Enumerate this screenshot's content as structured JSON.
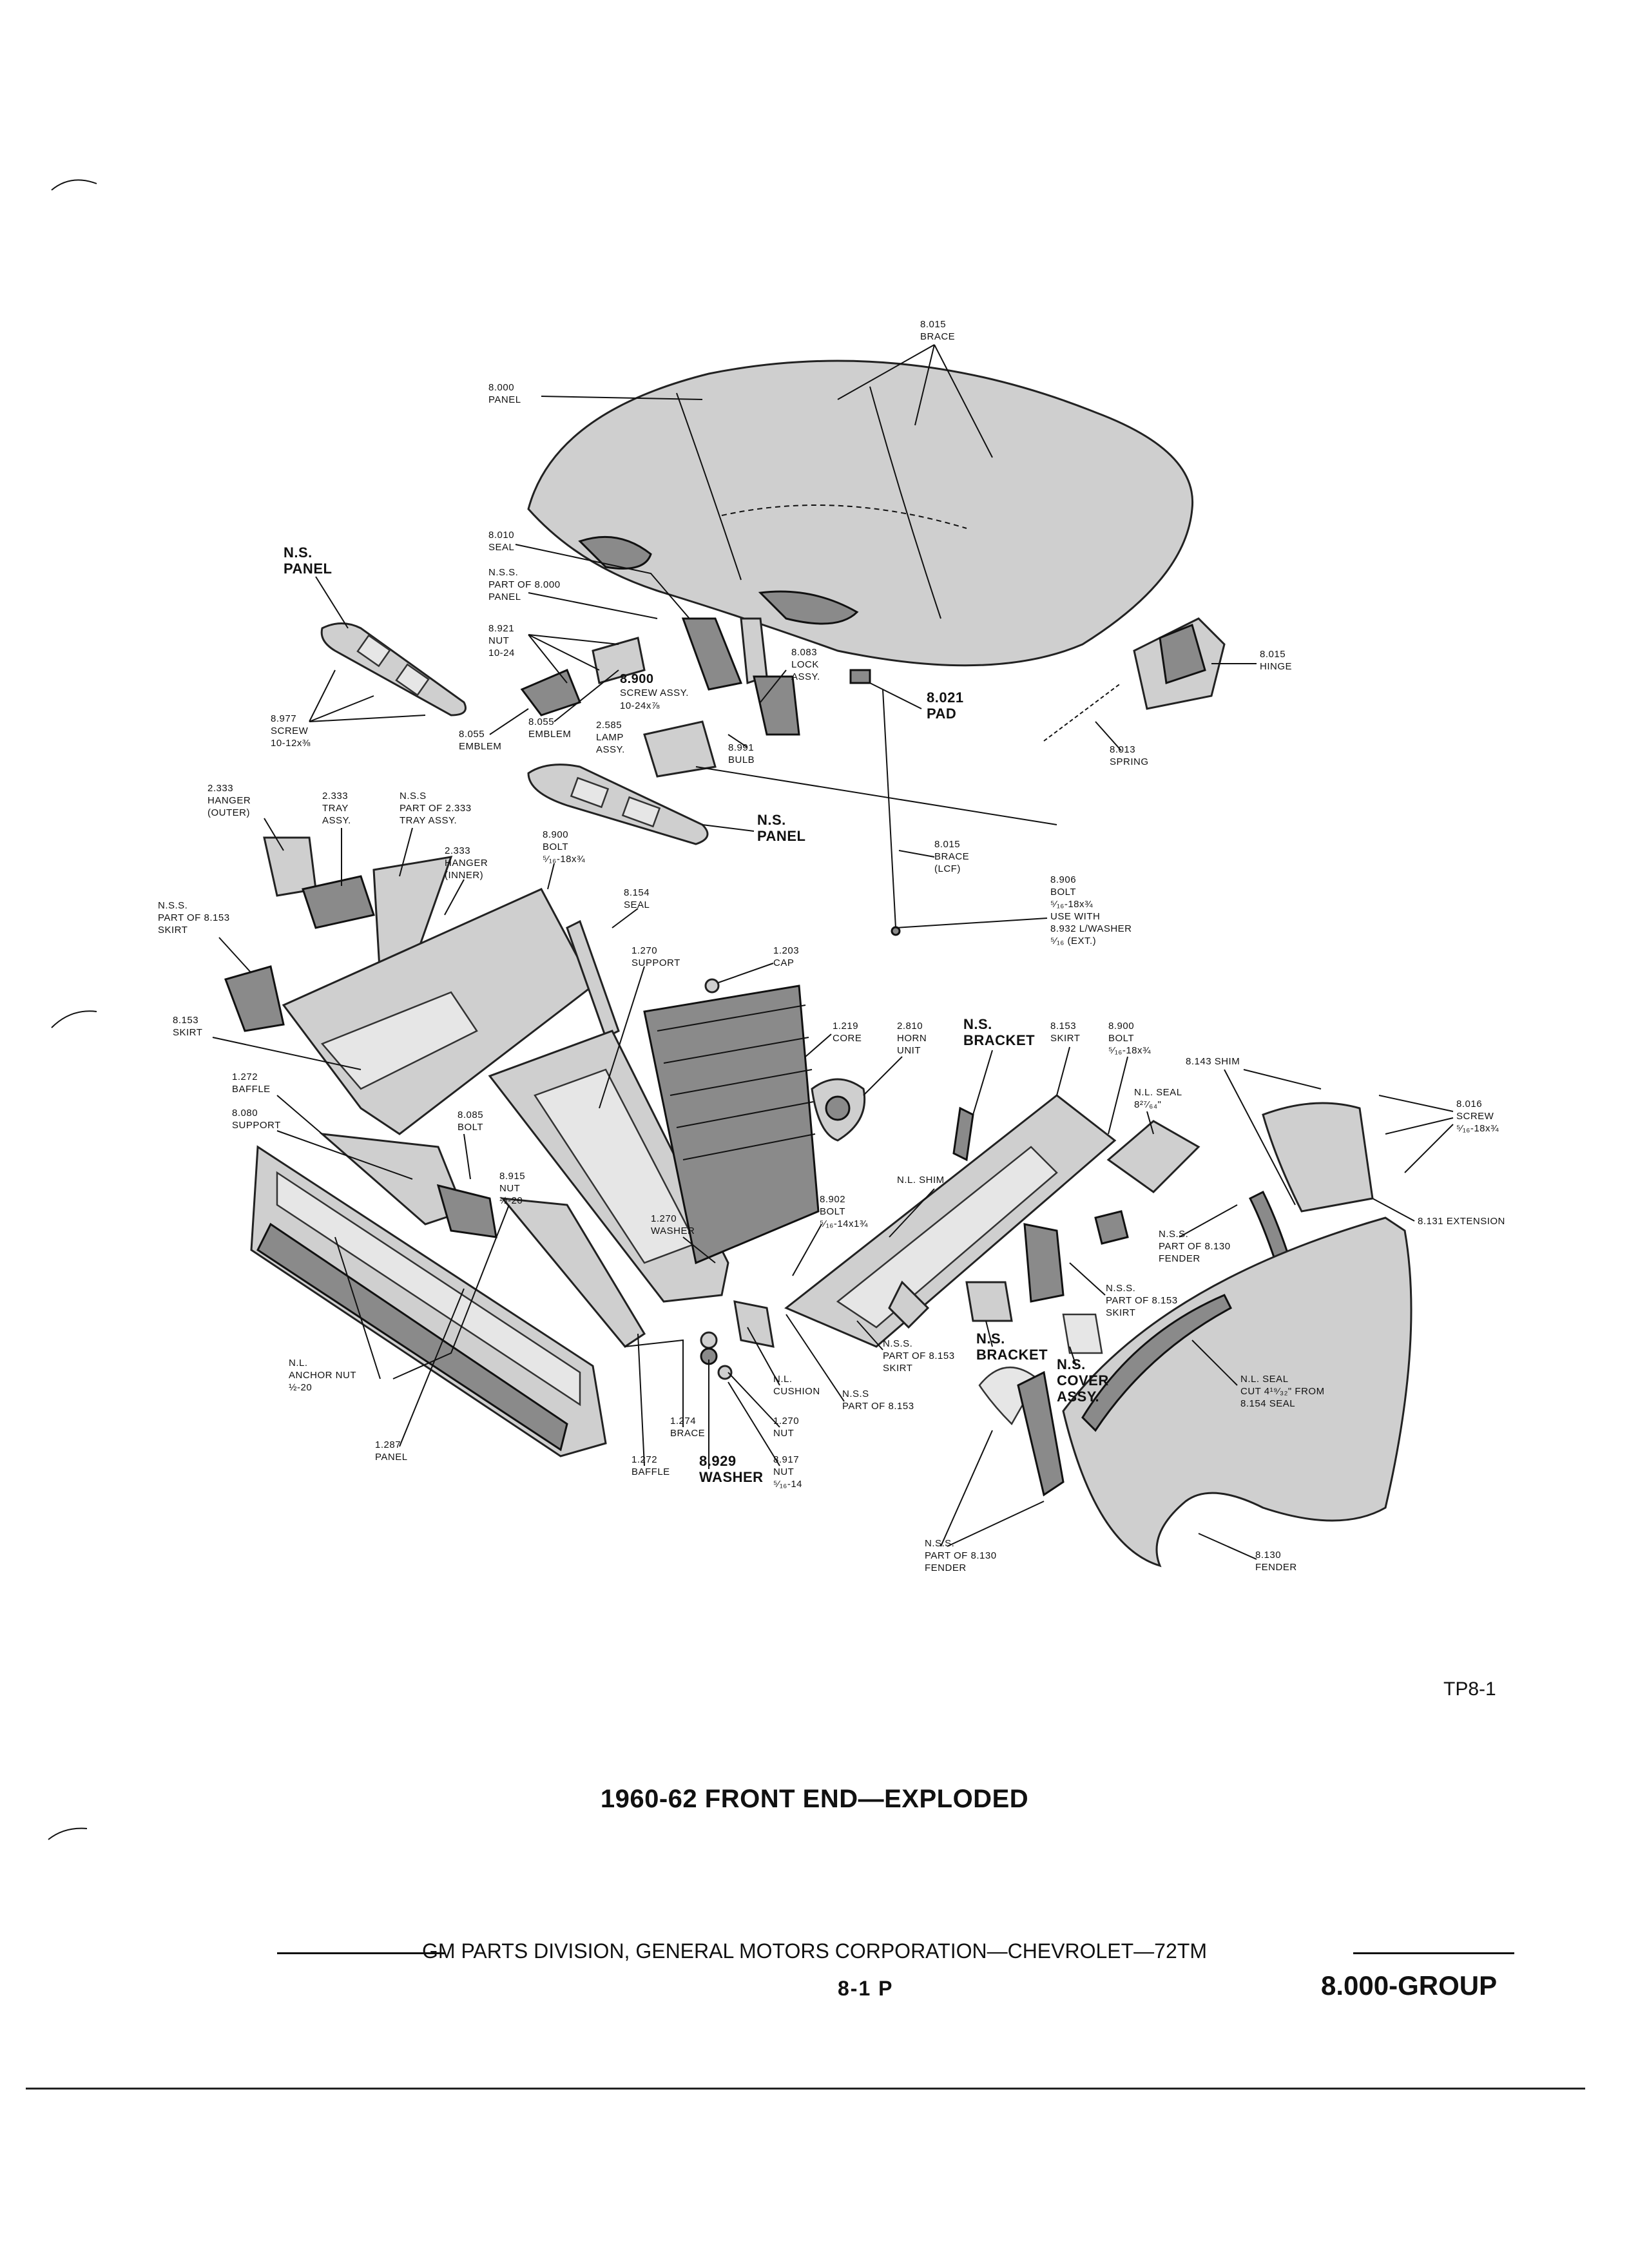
{
  "callouts": [
    {
      "id": "c1",
      "lines": [
        "8.015",
        "BRACE"
      ]
    },
    {
      "id": "c2",
      "lines": [
        "8.000",
        "PANEL"
      ]
    },
    {
      "id": "c3",
      "lines": [
        "N.S.",
        "PANEL"
      ]
    },
    {
      "id": "c4",
      "lines": [
        "8.010",
        "SEAL"
      ]
    },
    {
      "id": "c5",
      "lines": [
        "N.S.S.",
        "PART OF 8.000",
        "PANEL"
      ]
    },
    {
      "id": "c6",
      "lines": [
        "8.921",
        "NUT",
        "10-24"
      ]
    },
    {
      "id": "c7",
      "lines": [
        "8.900",
        "SCREW ASSY.",
        "10-24x⅞"
      ]
    },
    {
      "id": "c8",
      "lines": [
        "8.083",
        "LOCK",
        "ASSY."
      ]
    },
    {
      "id": "c9",
      "lines": [
        "8.021",
        "PAD"
      ]
    },
    {
      "id": "c10",
      "lines": [
        "8.015",
        "HINGE"
      ]
    },
    {
      "id": "c11",
      "lines": [
        "8.977",
        "SCREW",
        "10-12x⅜"
      ]
    },
    {
      "id": "c12",
      "lines": [
        "8.055",
        "EMBLEM"
      ]
    },
    {
      "id": "c13",
      "lines": [
        "8.055",
        "EMBLEM"
      ]
    },
    {
      "id": "c14",
      "lines": [
        "2.585",
        "LAMP",
        "ASSY."
      ]
    },
    {
      "id": "c15",
      "lines": [
        "8.991",
        "BULB"
      ]
    },
    {
      "id": "c16",
      "lines": [
        "8.013",
        "SPRING"
      ]
    },
    {
      "id": "c17",
      "lines": [
        "2.333",
        "HANGER",
        "(OUTER)"
      ]
    },
    {
      "id": "c18",
      "lines": [
        "2.333",
        "TRAY",
        "ASSY."
      ]
    },
    {
      "id": "c19",
      "lines": [
        "N.S.S",
        "PART OF 2.333",
        "TRAY ASSY."
      ]
    },
    {
      "id": "c20",
      "lines": [
        "N.S.",
        "PANEL"
      ]
    },
    {
      "id": "c21",
      "lines": [
        "8.015",
        "BRACE",
        "(LCF)"
      ]
    },
    {
      "id": "c22",
      "lines": [
        "2.333",
        "HANGER",
        "(INNER)"
      ]
    },
    {
      "id": "c23",
      "lines": [
        "8.900",
        "BOLT",
        "⁵⁄₁₆-18x¾"
      ]
    },
    {
      "id": "c24",
      "lines": [
        "8.906",
        "BOLT",
        "⁵⁄₁₆-18x¾",
        "USE WITH",
        "8.932 L/WASHER",
        "⁵⁄₁₆ (EXT.)"
      ]
    },
    {
      "id": "c25",
      "lines": [
        "N.S.S.",
        "PART OF 8.153",
        "SKIRT"
      ]
    },
    {
      "id": "c26",
      "lines": [
        "8.154",
        "SEAL"
      ]
    },
    {
      "id": "c27",
      "lines": [
        "1.270",
        "SUPPORT"
      ]
    },
    {
      "id": "c28",
      "lines": [
        "1.203",
        "CAP"
      ]
    },
    {
      "id": "c29",
      "lines": [
        "8.153",
        "SKIRT"
      ]
    },
    {
      "id": "c30",
      "lines": [
        "1.219",
        "CORE"
      ]
    },
    {
      "id": "c31",
      "lines": [
        "2.810",
        "HORN",
        "UNIT"
      ]
    },
    {
      "id": "c32",
      "lines": [
        "N.S.",
        "BRACKET"
      ]
    },
    {
      "id": "c33",
      "lines": [
        "8.153",
        "SKIRT"
      ]
    },
    {
      "id": "c34",
      "lines": [
        "8.900",
        "BOLT",
        "⁵⁄₁₆-18x¾"
      ]
    },
    {
      "id": "c35",
      "lines": [
        "8.143 SHIM"
      ]
    },
    {
      "id": "c36",
      "lines": [
        "1.272",
        "BAFFLE"
      ]
    },
    {
      "id": "c37",
      "lines": [
        "8.080",
        "SUPPORT"
      ]
    },
    {
      "id": "c38",
      "lines": [
        "8.085",
        "BOLT"
      ]
    },
    {
      "id": "c39",
      "lines": [
        "N.L. SEAL",
        "8²⁷⁄₆₄\""
      ]
    },
    {
      "id": "c40",
      "lines": [
        "8.016",
        "SCREW",
        "⁵⁄₁₆-18x¾"
      ]
    },
    {
      "id": "c41",
      "lines": [
        "8.915",
        "NUT",
        "½-20"
      ]
    },
    {
      "id": "c42",
      "lines": [
        "N.L. SHIM"
      ]
    },
    {
      "id": "c43",
      "lines": [
        "8.131 EXTENSION"
      ]
    },
    {
      "id": "c44",
      "lines": [
        "1.270",
        "WASHER"
      ]
    },
    {
      "id": "c45",
      "lines": [
        "8.902",
        "BOLT",
        "⁵⁄₁₆-14x1¾"
      ]
    },
    {
      "id": "c46",
      "lines": [
        "N.S.S.",
        "PART OF 8.130",
        "FENDER"
      ]
    },
    {
      "id": "c47",
      "lines": [
        "N.S.S.",
        "PART OF 8.153",
        "SKIRT"
      ]
    },
    {
      "id": "c48",
      "lines": [
        "N.S.S.",
        "PART OF 8.153",
        "SKIRT"
      ]
    },
    {
      "id": "c49",
      "lines": [
        "N.S.",
        "BRACKET"
      ]
    },
    {
      "id": "c50",
      "lines": [
        "N.L.",
        "ANCHOR NUT",
        "½-20"
      ]
    },
    {
      "id": "c51",
      "lines": [
        "N.L.",
        "CUSHION"
      ]
    },
    {
      "id": "c52",
      "lines": [
        "N.S.S",
        "PART OF 8.153"
      ]
    },
    {
      "id": "c53",
      "lines": [
        "N.S.",
        "COVER",
        "ASSY."
      ]
    },
    {
      "id": "c54",
      "lines": [
        "N.L. SEAL",
        "CUT 4¹⁹⁄₃₂\" FROM",
        "8.154 SEAL"
      ]
    },
    {
      "id": "c55",
      "lines": [
        "1.270",
        "NUT"
      ]
    },
    {
      "id": "c56",
      "lines": [
        "1.274",
        "BRACE"
      ]
    },
    {
      "id": "c57",
      "lines": [
        "1.287",
        "PANEL"
      ]
    },
    {
      "id": "c58",
      "lines": [
        "1.272",
        "BAFFLE"
      ]
    },
    {
      "id": "c59",
      "lines": [
        "8.929",
        "WASHER"
      ]
    },
    {
      "id": "c60",
      "lines": [
        "8.917",
        "NUT",
        "⁵⁄₁₆-14"
      ]
    },
    {
      "id": "c61",
      "lines": [
        "N.S.S.",
        "PART OF 8.130",
        "FENDER"
      ]
    },
    {
      "id": "c62",
      "lines": [
        "8.130",
        "FENDER"
      ]
    }
  ],
  "tp_code": "TP8-1",
  "caption": "1960-62 FRONT END—EXPLODED",
  "footer": {
    "publisher": "GM PARTS DIVISION, GENERAL MOTORS CORPORATION—CHEVROLET—72TM",
    "page": "8-1  P",
    "group": "8.000-GROUP"
  }
}
